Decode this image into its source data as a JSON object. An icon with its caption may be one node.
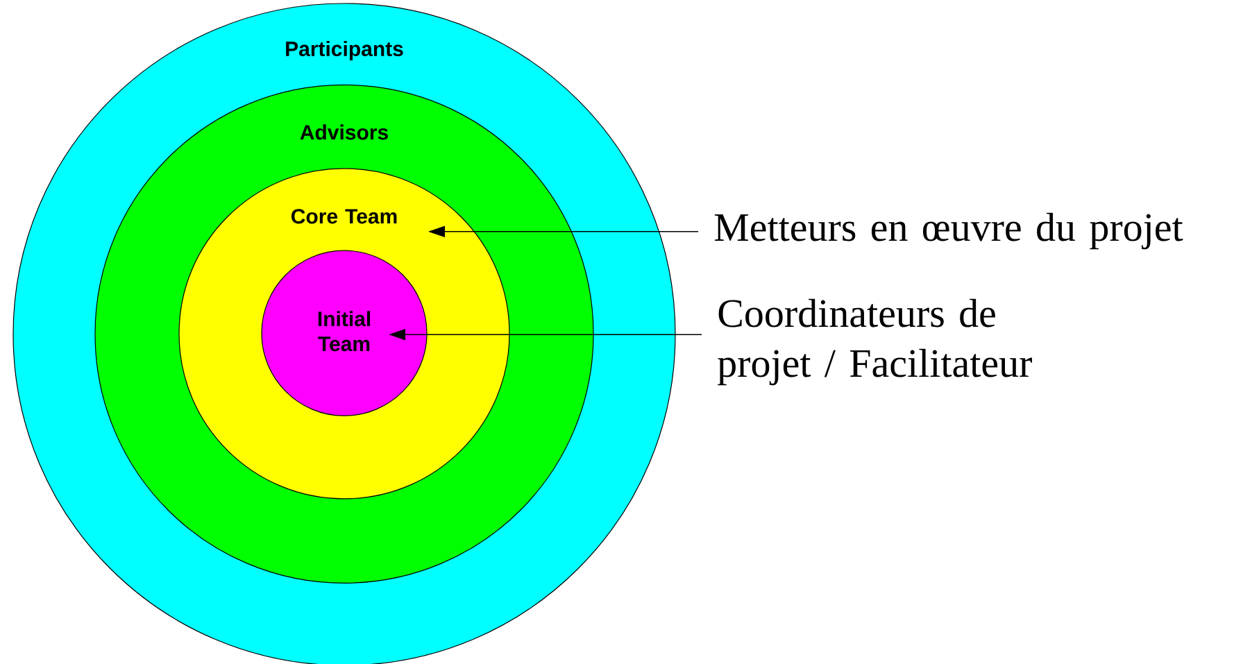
{
  "diagram": {
    "nodes": [
      {
        "text": [
          "Participants"
        ]
      },
      {
        "text": [
          "Advisors"
        ],
        "in": 0
      },
      {
        "text": [
          "Core Team"
        ],
        "in": 1
      },
      {
        "text": [
          "Initial Team"
        ],
        "in": 2
      },
      {
        "text": [
          "Metteurs en œuvre du projet"
        ]
      },
      {
        "text": [
          "Coordinateurs de projet / Facilitateur"
        ]
      }
    ],
    "edges": [
      {
        "from": 4,
        "to": 2,
        "arrow": "to"
      },
      {
        "from": 5,
        "to": 3,
        "arrow": "to"
      }
    ]
  }
}
